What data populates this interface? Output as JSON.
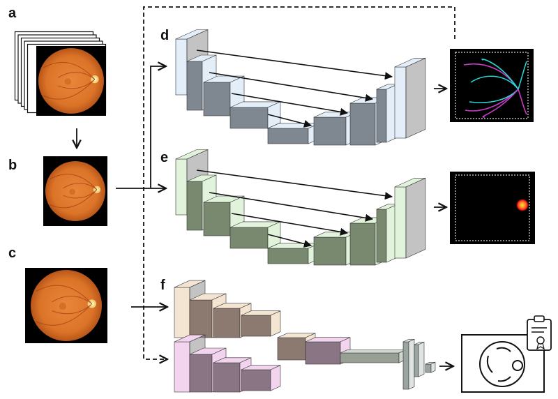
{
  "panels": {
    "a": {
      "label": "a",
      "description": "stack of fundus images"
    },
    "b": {
      "label": "b",
      "description": "selected fundus image"
    },
    "c": {
      "label": "c",
      "description": "fundus image"
    },
    "d": {
      "label": "d",
      "description": "U-Net vessel segmentation",
      "output": "vessel-map"
    },
    "e": {
      "label": "e",
      "description": "U-Net localization",
      "output": "heatmap"
    },
    "f": {
      "label": "f",
      "description": "dual-branch CNN classifier",
      "output": "diagnosis"
    }
  },
  "colors": {
    "fundus_orange": "#e07a2a",
    "fundus_dark": "#b8561a",
    "unet_d_light": "#e3eef9",
    "unet_d_dark": "#7f8891",
    "unet_e_light": "#e2f3db",
    "unet_e_dark": "#78896f",
    "cnn_top_light": "#f4e4d2",
    "cnn_top_dark": "#8c7a70",
    "cnn_bottom_light": "#f2d4ee",
    "cnn_bottom_dark": "#8a7585",
    "vessel_cyan": "#2ad4d4",
    "vessel_magenta": "#c83cc8",
    "heat_red": "#ff2020",
    "heat_yellow": "#ffe040"
  },
  "icons": {
    "clipboard": "clipboard-certificate-icon",
    "diagnosis": "eye-diagram-icon"
  }
}
